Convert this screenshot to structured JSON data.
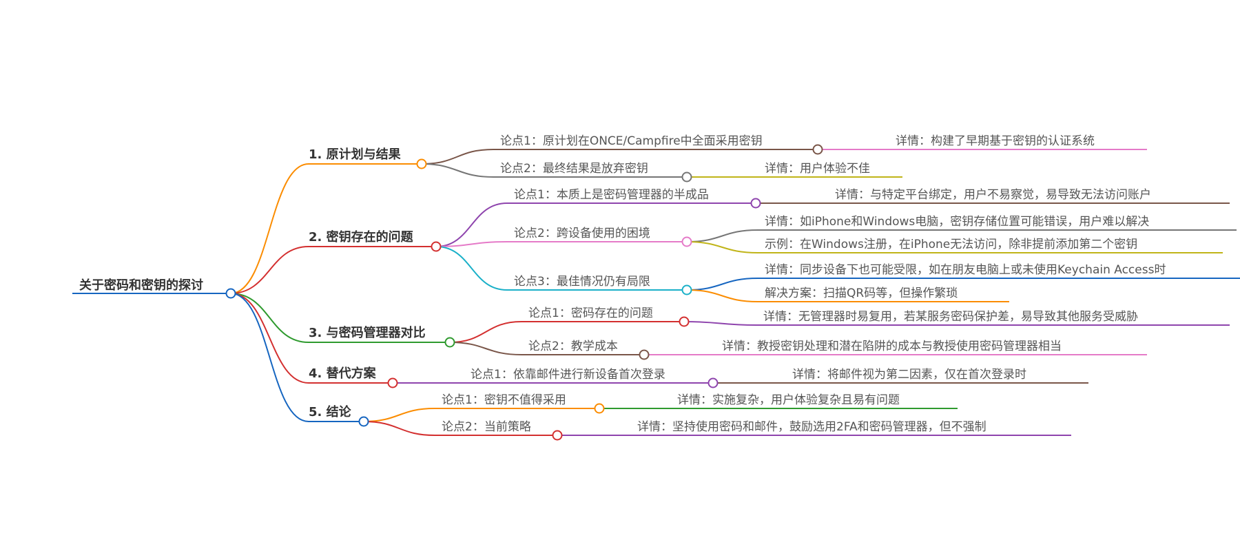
{
  "root": {
    "label": "关于密码和密钥的探讨",
    "color": "#1565c0"
  },
  "branches": [
    {
      "label": "1. 原计划与结果",
      "color": "#fb8c00",
      "children": [
        {
          "label": "论点1：原计划在ONCE/Campfire中全面采用密钥",
          "color": "#795548",
          "details": [
            {
              "label": "详情：构建了早期基于密钥的认证系统",
              "color": "#e57ac8"
            }
          ]
        },
        {
          "label": "论点2：最终结果是放弃密钥",
          "color": "#757575",
          "details": [
            {
              "label": "详情：用户体验不佳",
              "color": "#c0b418"
            }
          ]
        }
      ]
    },
    {
      "label": "2. 密钥存在的问题",
      "color": "#d32f2f",
      "children": [
        {
          "label": "论点1：本质上是密码管理器的半成品",
          "color": "#8e44ad",
          "details": [
            {
              "label": "详情：与特定平台绑定，用户不易察觉，易导致无法访问账户",
              "color": "#795548"
            }
          ]
        },
        {
          "label": "论点2：跨设备使用的困境",
          "color": "#e57ac8",
          "details": [
            {
              "label": "详情：如iPhone和Windows电脑，密钥存储位置可能错误，用户难以解决",
              "color": "#757575"
            },
            {
              "label": "示例：在Windows注册，在iPhone无法访问，除非提前添加第二个密钥",
              "color": "#c0b418"
            }
          ]
        },
        {
          "label": "论点3：最佳情况仍有局限",
          "color": "#1ab0c8",
          "details": [
            {
              "label": "详情：同步设备下也可能受限，如在朋友电脑上或未使用Keychain Access时",
              "color": "#1565c0"
            },
            {
              "label": "解决方案：扫描QR码等，但操作繁琐",
              "color": "#fb8c00"
            }
          ]
        }
      ]
    },
    {
      "label": "3. 与密码管理器对比",
      "color": "#2e9a2e",
      "children": [
        {
          "label": "论点1：密码存在的问题",
          "color": "#d32f2f",
          "details": [
            {
              "label": "详情：无管理器时易复用，若某服务密码保护差，易导致其他服务受威胁",
              "color": "#8e44ad"
            }
          ]
        },
        {
          "label": "论点2：教学成本",
          "color": "#795548",
          "details": [
            {
              "label": "详情：教授密钥处理和潜在陷阱的成本与教授使用密码管理器相当",
              "color": "#e57ac8"
            }
          ]
        }
      ]
    },
    {
      "label": "4. 替代方案",
      "color": "#d32f2f",
      "children": [
        {
          "label": "论点1：依靠邮件进行新设备首次登录",
          "color": "#8e44ad",
          "details": [
            {
              "label": "详情：将邮件视为第二因素，仅在首次登录时",
              "color": "#795548"
            }
          ]
        }
      ]
    },
    {
      "label": "5. 结论",
      "color": "#1565c0",
      "children": [
        {
          "label": "论点1：密钥不值得采用",
          "color": "#fb8c00",
          "details": [
            {
              "label": "详情：实施复杂，用户体验复杂且易有问题",
              "color": "#2e9a2e"
            }
          ]
        },
        {
          "label": "论点2：当前策略",
          "color": "#d32f2f",
          "details": [
            {
              "label": "详情：坚持使用密码和邮件，鼓励选用2FA和密码管理器，但不强制",
              "color": "#8e44ad"
            }
          ]
        }
      ]
    }
  ]
}
